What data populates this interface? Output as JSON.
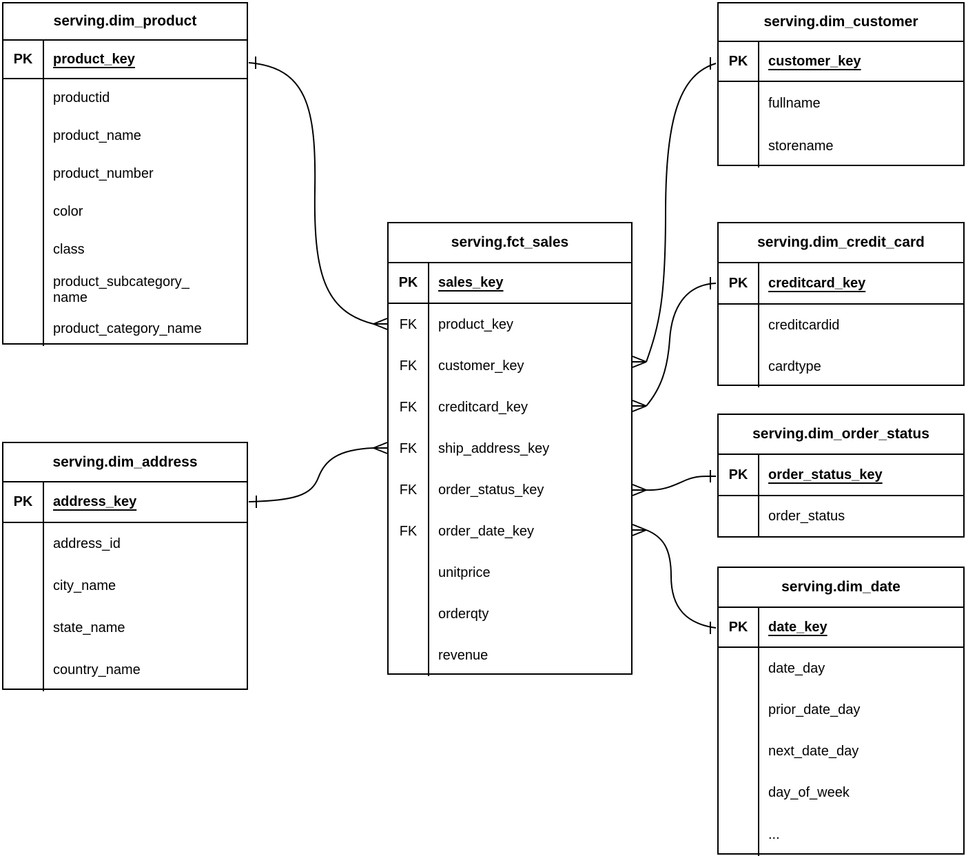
{
  "diagram_type": "entity-relationship-diagram",
  "colors": {
    "line": "#000000",
    "text": "#000000",
    "background": "#ffffff"
  },
  "tables": {
    "dim_product": {
      "title": "serving.dim_product",
      "pk_badge": "PK",
      "pk_name": "product_key",
      "fields": [
        "productid",
        "product_name",
        "product_number",
        "color",
        "class",
        "product_subcategory_\nname",
        "product_category_name"
      ]
    },
    "dim_customer": {
      "title": "serving.dim_customer",
      "pk_badge": "PK",
      "pk_name": "customer_key",
      "fields": [
        "fullname",
        "storename"
      ]
    },
    "fct_sales": {
      "title": "serving.fct_sales",
      "pk_badge": "PK",
      "pk_name": "sales_key",
      "fields": [
        {
          "badge": "FK",
          "name": "product_key"
        },
        {
          "badge": "FK",
          "name": "customer_key"
        },
        {
          "badge": "FK",
          "name": "creditcard_key"
        },
        {
          "badge": "FK",
          "name": "ship_address_key"
        },
        {
          "badge": "FK",
          "name": "order_status_key"
        },
        {
          "badge": "FK",
          "name": "order_date_key"
        },
        {
          "badge": "",
          "name": "unitprice"
        },
        {
          "badge": "",
          "name": "orderqty"
        },
        {
          "badge": "",
          "name": "revenue"
        }
      ]
    },
    "dim_credit_card": {
      "title": "serving.dim_credit_card",
      "pk_badge": "PK",
      "pk_name": "creditcard_key",
      "fields": [
        "creditcardid",
        "cardtype"
      ]
    },
    "dim_order_status": {
      "title": "serving.dim_order_status",
      "pk_badge": "PK",
      "pk_name": "order_status_key",
      "fields": [
        "order_status"
      ]
    },
    "dim_date": {
      "title": "serving.dim_date",
      "pk_badge": "PK",
      "pk_name": "date_key",
      "fields": [
        "date_day",
        "prior_date_day",
        "next_date_day",
        "day_of_week",
        "..."
      ]
    },
    "dim_address": {
      "title": "serving.dim_address",
      "pk_badge": "PK",
      "pk_name": "address_key",
      "fields": [
        "address_id",
        "city_name",
        "state_name",
        "country_name"
      ]
    }
  },
  "relationships": [
    {
      "one": "serving.dim_product.product_key",
      "many": "serving.fct_sales.product_key",
      "cardinality": "one-to-many"
    },
    {
      "one": "serving.dim_customer.customer_key",
      "many": "serving.fct_sales.customer_key",
      "cardinality": "one-to-many"
    },
    {
      "one": "serving.dim_credit_card.creditcard_key",
      "many": "serving.fct_sales.creditcard_key",
      "cardinality": "one-to-many"
    },
    {
      "one": "serving.dim_address.address_key",
      "many": "serving.fct_sales.ship_address_key",
      "cardinality": "one-to-many"
    },
    {
      "one": "serving.dim_order_status.order_status_key",
      "many": "serving.fct_sales.order_status_key",
      "cardinality": "one-to-many"
    },
    {
      "one": "serving.dim_date.date_key",
      "many": "serving.fct_sales.order_date_key",
      "cardinality": "one-to-many"
    }
  ]
}
